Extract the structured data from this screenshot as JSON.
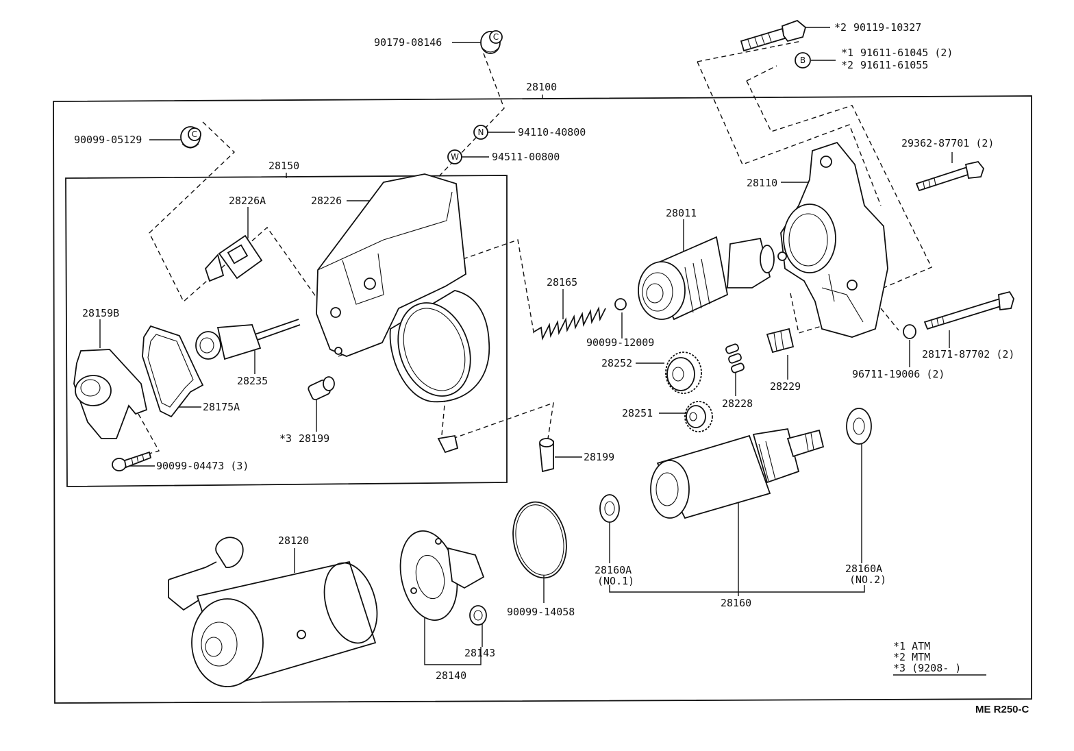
{
  "parts": {
    "p90179_08146": "90179-08146",
    "p90119_10327": "90119-10327",
    "p90119_10327_note": "*2",
    "p91611_61045": "91611-61045 (2)",
    "p91611_61045_note": "*1",
    "p91611_61055": "91611-61055",
    "p91611_61055_note": "*2",
    "p28100": "28100",
    "p90099_05129": "90099-05129",
    "p94110_40800": "94110-40800",
    "p94511_00800": "94511-00800",
    "p28150": "28150",
    "p29362_87701": "29362-87701 (2)",
    "p28110": "28110",
    "p28226A": "28226A",
    "p28226": "28226",
    "p28011": "28011",
    "p28165": "28165",
    "p28159B": "28159B",
    "p90099_12009": "90099-12009",
    "p28171_87702": "28171-87702 (2)",
    "p28252": "28252",
    "p28229": "28229",
    "p96711_19006": "96711-19006 (2)",
    "p28235": "28235",
    "p28228": "28228",
    "p28175A": "28175A",
    "p28251": "28251",
    "p28199_a": "28199",
    "p28199_a_note": "*3",
    "p28199_b": "28199",
    "p90099_04473": "90099-04473 (3)",
    "p28120": "28120",
    "p28160A_1": "28160A",
    "p28160A_1_sub": "(NO.1)",
    "p28160A_2": "28160A",
    "p28160A_2_sub": "(NO.2)",
    "p90099_14058": "90099-14058",
    "p28160": "28160",
    "p28143": "28143",
    "p28140": "28140"
  },
  "markers": {
    "c1": "C",
    "c2": "C",
    "n": "N",
    "w": "W",
    "b": "B"
  },
  "notes": {
    "n1": "*1  ATM",
    "n2": "*2  MTM",
    "n3": "*3  (9208-      )"
  },
  "diagram_code": "ME R250-C"
}
